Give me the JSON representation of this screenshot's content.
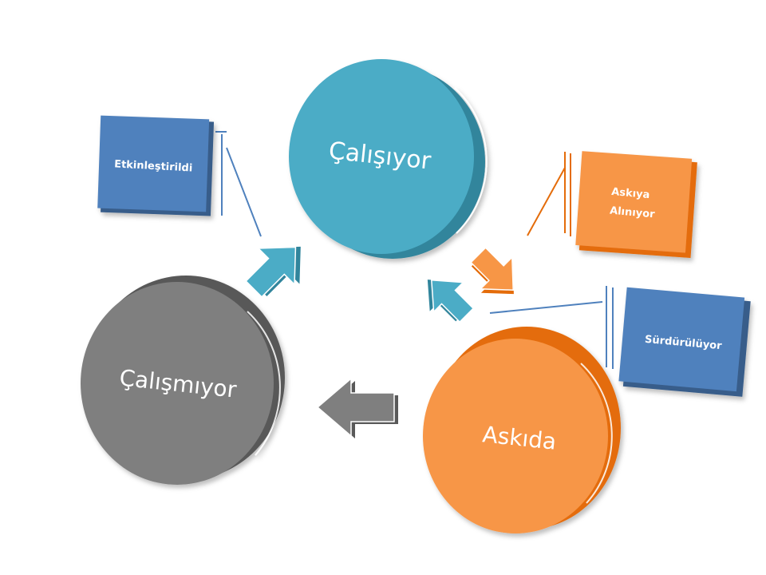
{
  "states": {
    "running": "Çalışıyor",
    "stopped": "Çalışmıyor",
    "suspended": "Askıda"
  },
  "transitions": {
    "enabled": "Etkinleştirildi",
    "suspending_line1": "Askıya",
    "suspending_line2": "Alınıyor",
    "resuming": "Sürdürülüyor"
  },
  "colors": {
    "running": "#4bacc6",
    "stopped": "#7f7f7f",
    "suspended": "#f79646",
    "enabled_box": "#4f81bd",
    "suspending_box": "#f79646",
    "resuming_box": "#4f81bd"
  }
}
